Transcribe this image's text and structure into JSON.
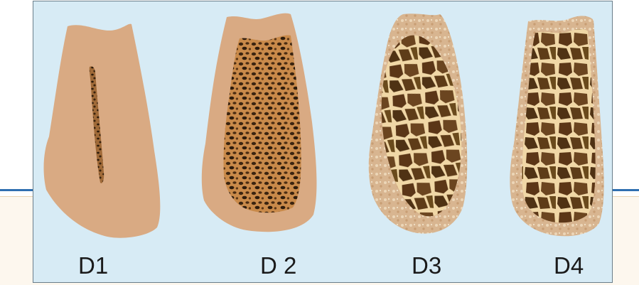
{
  "colors": {
    "background": "#d7ebf5",
    "cortical": "#d9aa83",
    "cortical_porous": "#d6b38d",
    "trabecular_dense": "#6b3f1f",
    "trabecular_coarse": "#5a3a18",
    "trabecular_lines": "#f2dcae",
    "slide_rule": "#2f6fb0",
    "slide_box": "#fdf7ee"
  },
  "bones": [
    {
      "id": "d1",
      "label": "D1"
    },
    {
      "id": "d2",
      "label": "D 2"
    },
    {
      "id": "d3",
      "label": "D3"
    },
    {
      "id": "d4",
      "label": "D4"
    }
  ]
}
